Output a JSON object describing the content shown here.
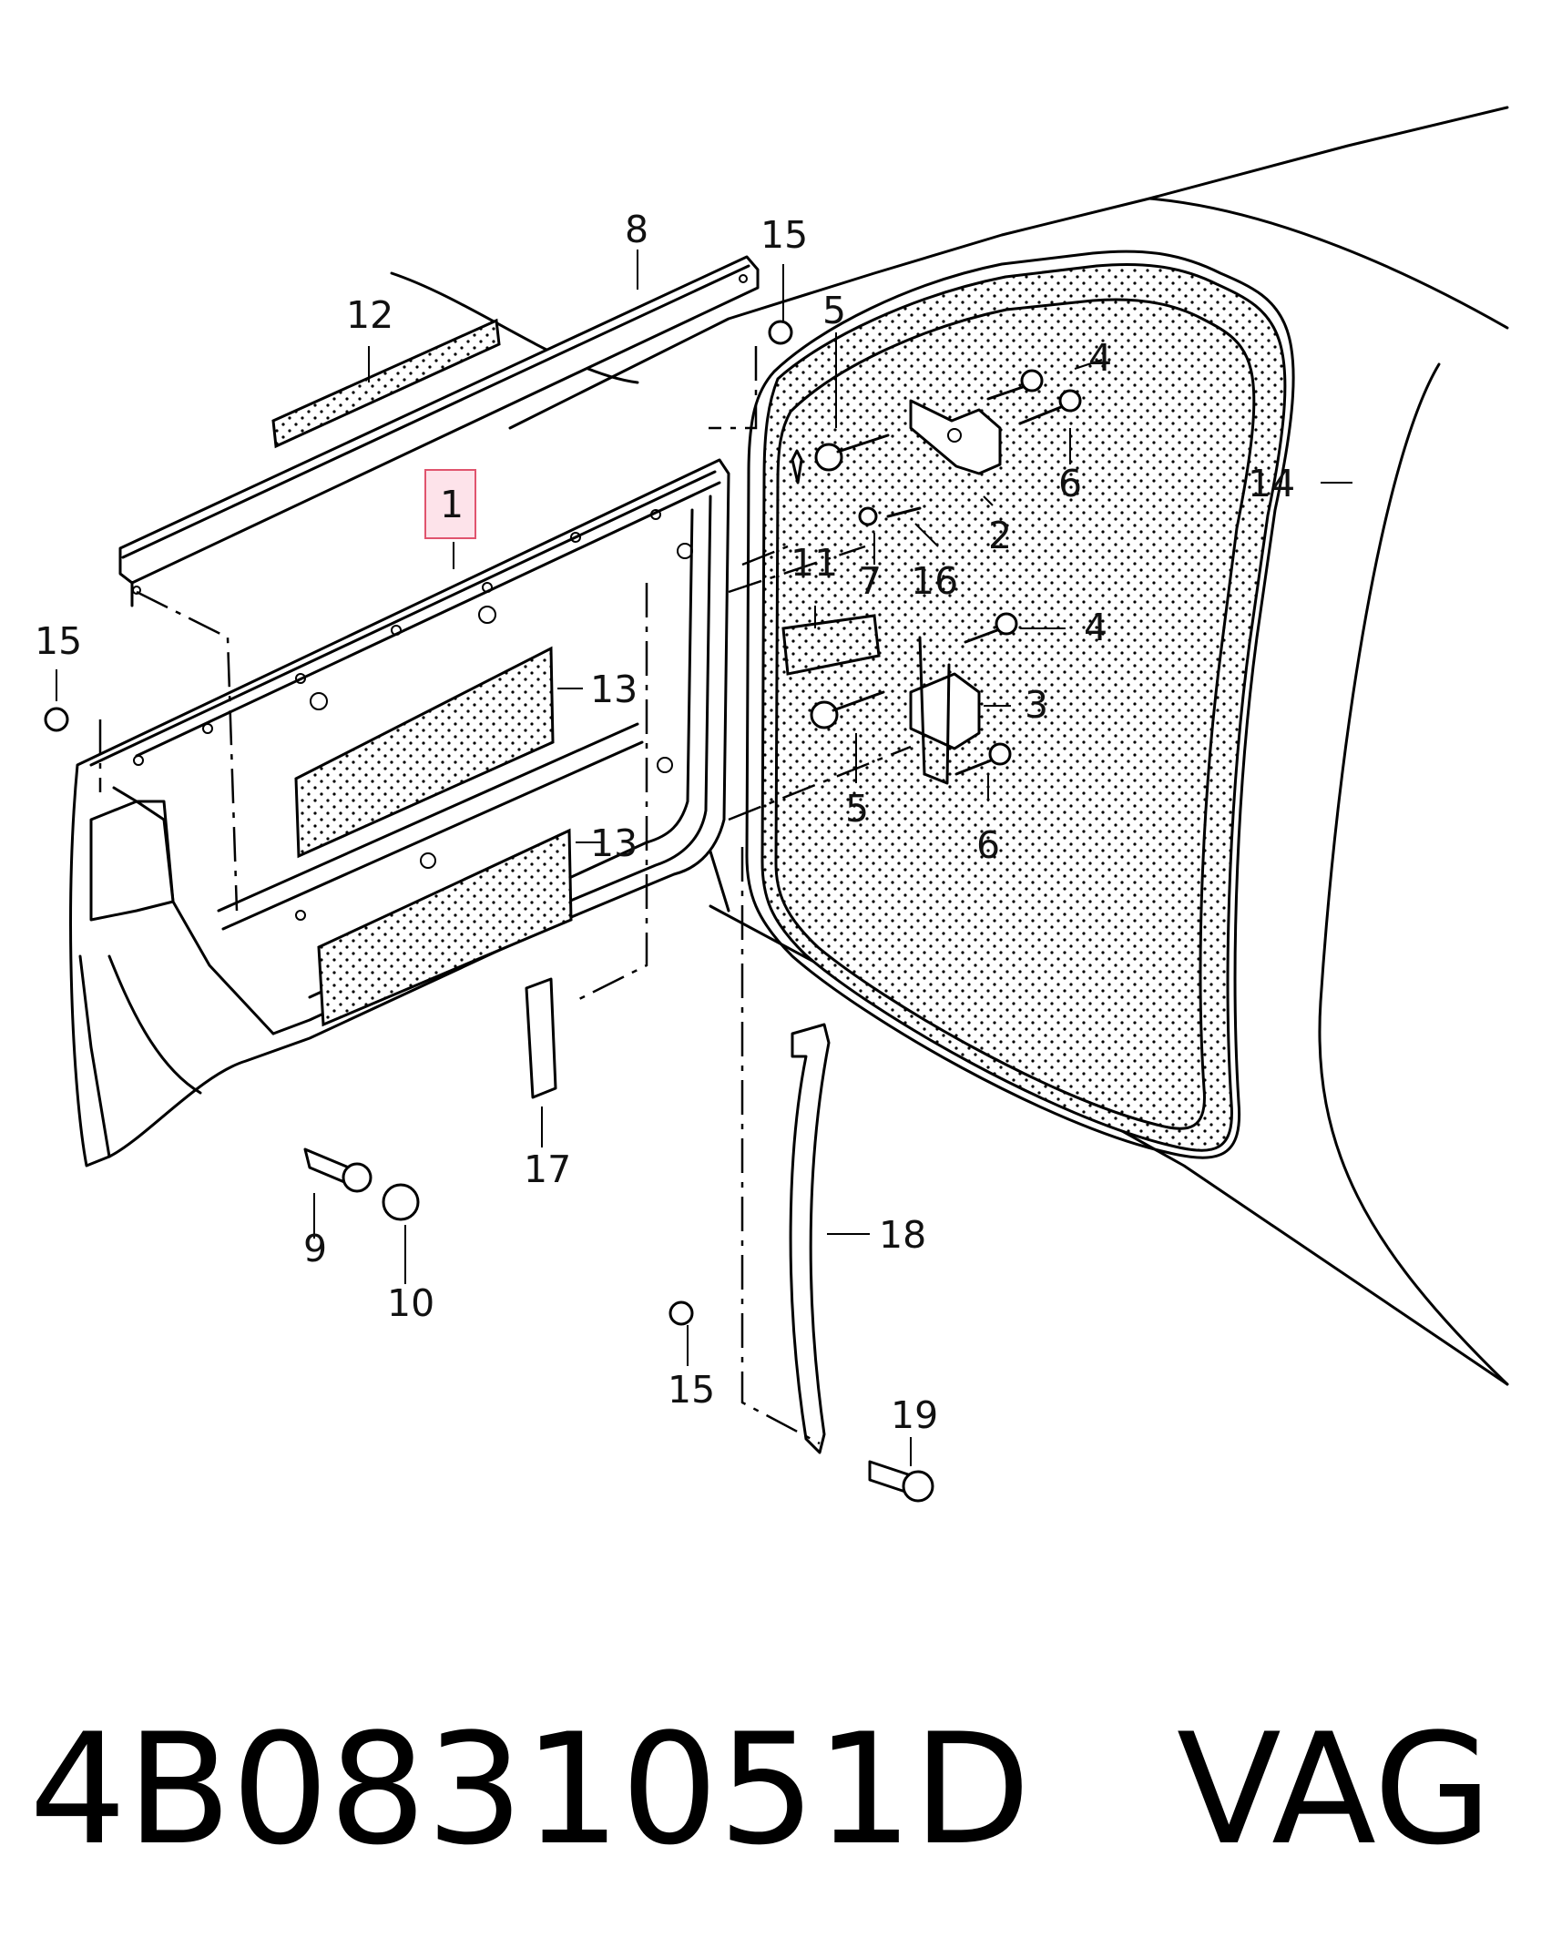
{
  "callouts": {
    "c1": "1",
    "c2": "2",
    "c3": "3",
    "c4a": "4",
    "c4b": "4",
    "c5a": "5",
    "c5b": "5",
    "c6a": "6",
    "c6b": "6",
    "c7": "7",
    "c8": "8",
    "c9": "9",
    "c10": "10",
    "c11": "11",
    "c12": "12",
    "c13a": "13",
    "c13b": "13",
    "c14": "14",
    "c15a": "15",
    "c15b": "15",
    "c15c": "15",
    "c16": "16",
    "c17": "17",
    "c18": "18",
    "c19": "19"
  },
  "caption": {
    "part_number": "4B0831051D",
    "brand": "VAG"
  }
}
